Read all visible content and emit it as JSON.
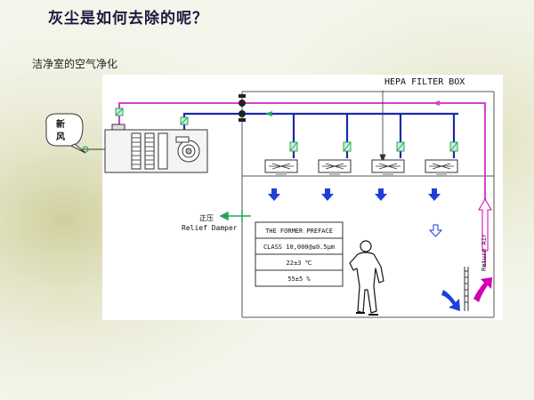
{
  "slide": {
    "title": "灰尘是如何去除的呢？",
    "subtitle": "洁净室的空气净化"
  },
  "diagram": {
    "hepa_label": "HEPA FILTER BOX",
    "fresh_air_line1": "新",
    "fresh_air_line2": "风",
    "relief_cn": "正压",
    "relief_en": "Relief Damper",
    "return_air": "Return Air",
    "table_rows": [
      "THE FORMER PREFACE",
      "CLASS 10,000@≤0.5μm",
      "22±3 ℃",
      "55±5  %"
    ],
    "colors": {
      "return_duct": "#d63fcf",
      "supply_duct": "#1b2aa8",
      "damper": "#2aa35a",
      "airflow_arrow": "#1f3fd6",
      "return_arrow": "#d000b0"
    },
    "icons": [
      "fan-unit-icon",
      "hepa-filter-icon",
      "person-icon",
      "damper-icon"
    ]
  }
}
